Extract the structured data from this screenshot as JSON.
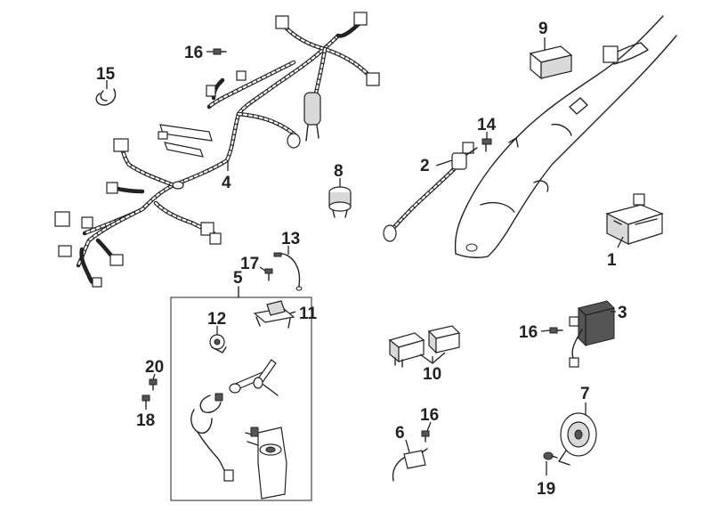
{
  "diagram": {
    "callouts": {
      "c1": "1",
      "c2": "2",
      "c3": "3",
      "c4": "4",
      "c5": "5",
      "c6": "6",
      "c7": "7",
      "c8": "8",
      "c9": "9",
      "c10": "10",
      "c11": "11",
      "c12": "12",
      "c13": "13",
      "c14": "14",
      "c15": "15",
      "c16a": "16",
      "c16b": "16",
      "c16c": "16",
      "c17": "17",
      "c18": "18",
      "c19": "19",
      "c20": "20"
    }
  }
}
